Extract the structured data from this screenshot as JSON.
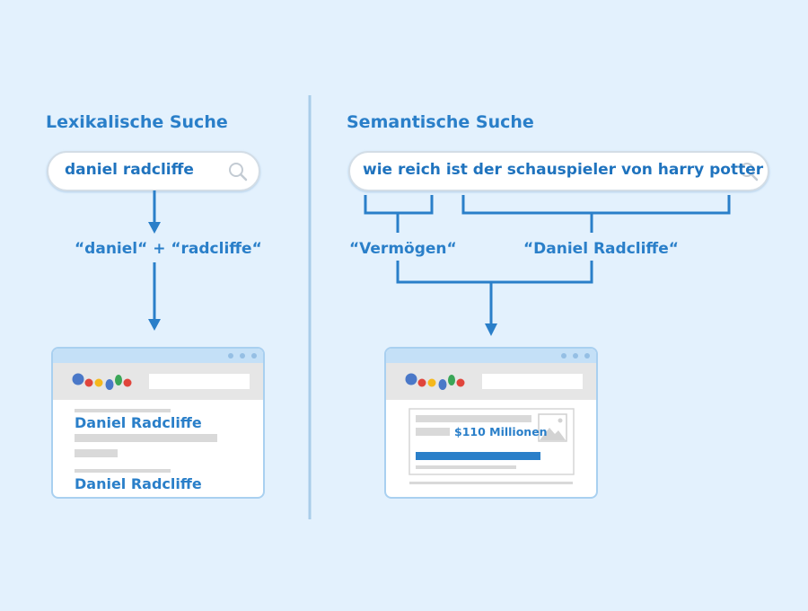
{
  "lexical": {
    "title": "Lexikalische Suche",
    "query": "daniel radcliffe",
    "terms": "“daniel“ + “radcliffe“",
    "results": [
      "Daniel Radcliffe",
      "Daniel Radcliffe"
    ]
  },
  "semantic": {
    "title": "Semantische Suche",
    "query": "wie reich ist der schauspieler von harry potter",
    "concepts": [
      "“Vermögen“",
      "“Daniel Radcliffe“"
    ],
    "answer": "$110 Millionen"
  },
  "colors": {
    "background": "#e3f1fd",
    "accent": "#2a7fc9",
    "browser_border": "#a9d0f0",
    "logo": [
      "#4a78c8",
      "#e0453c",
      "#f5b81c",
      "#4a78c8",
      "#3aa658",
      "#e0453c"
    ]
  },
  "icons": [
    "search-icon",
    "arrow-down-icon",
    "google-logo-icon",
    "window-dots-icon",
    "image-placeholder-icon"
  ]
}
